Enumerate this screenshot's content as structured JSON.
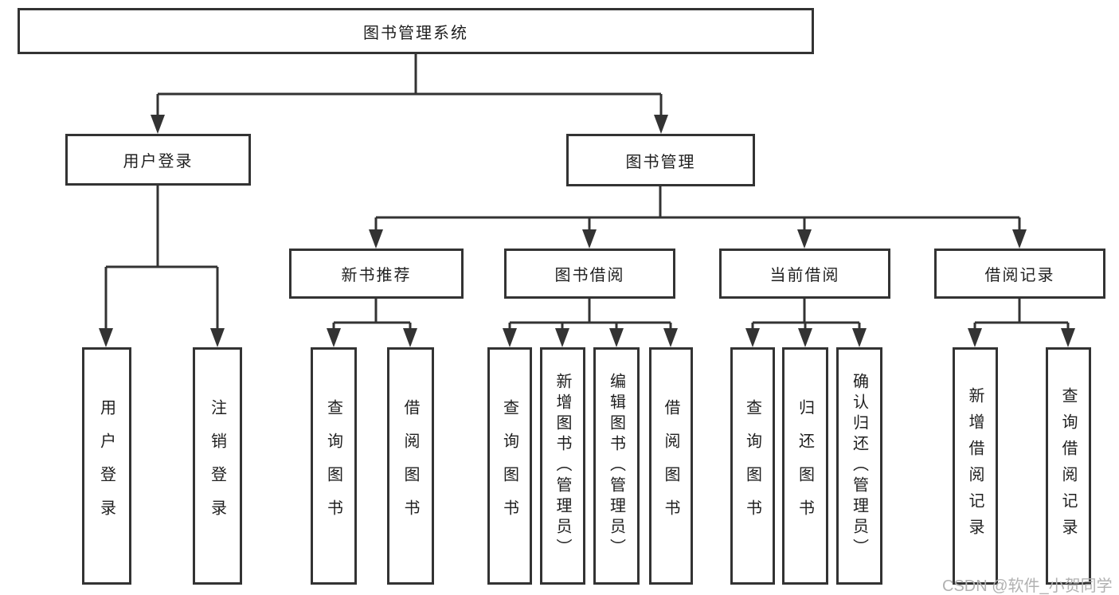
{
  "diagram": {
    "root": "图书管理系统",
    "level2": {
      "user_login": "用户登录",
      "book_management": "图书管理"
    },
    "level3": {
      "new_book_recommend": "新书推荐",
      "book_borrow": "图书借阅",
      "current_borrow": "当前借阅",
      "borrow_record": "借阅记录"
    },
    "leaves": {
      "user_login": [
        "用户登录",
        "注销登录"
      ],
      "new_book_recommend": [
        "查询图书",
        "借阅图书"
      ],
      "book_borrow": [
        "查询图书",
        "新增图书（管理员）",
        "编辑图书（管理员）",
        "借阅图书"
      ],
      "current_borrow": [
        "查询图书",
        "归还图书",
        "确认归还（管理员）"
      ],
      "borrow_record": [
        "新增借阅记录",
        "查询借阅记录"
      ]
    }
  },
  "watermark": {
    "text": "CSDN @软件_小贺同学"
  },
  "colors": {
    "line": "#333333",
    "text": "#1f1f1f",
    "watermark": "#b1b1b1",
    "background": "#ffffff"
  }
}
